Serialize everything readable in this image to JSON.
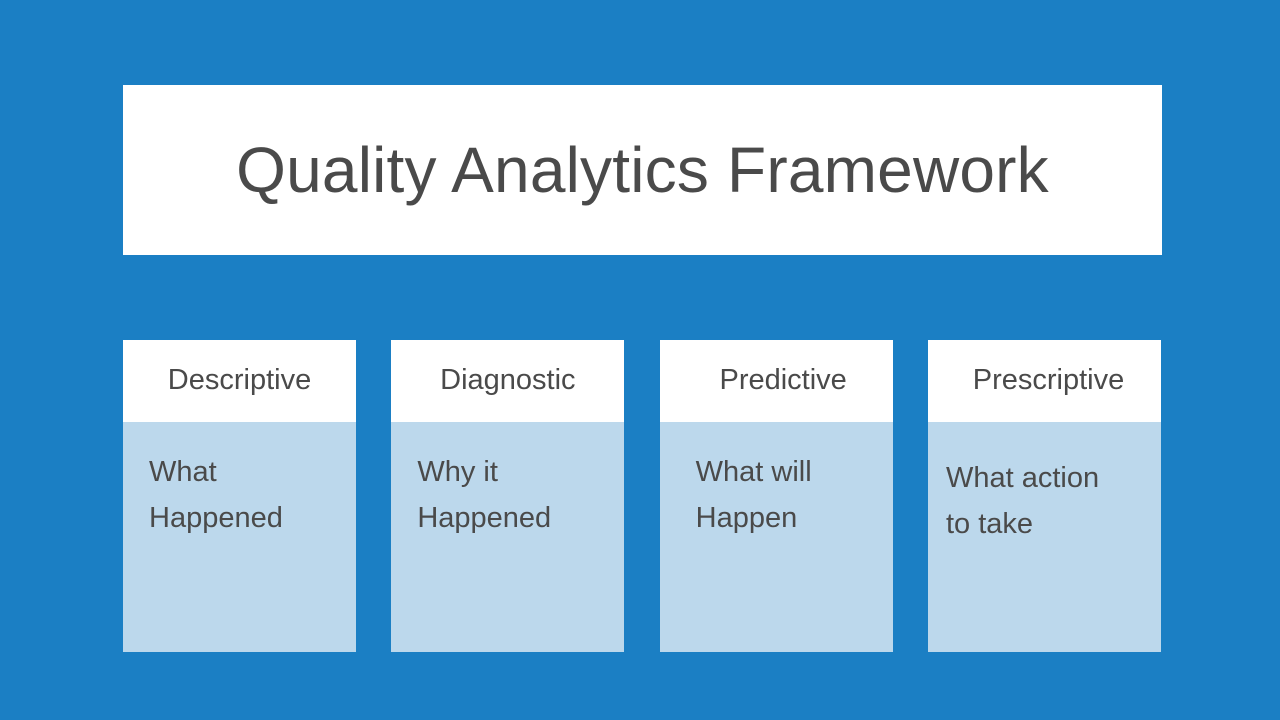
{
  "slide": {
    "title": "Quality Analytics Framework",
    "background_color": "#1b7fc4",
    "text_color": "#4a4a4a",
    "card_header_bg": "#ffffff",
    "card_body_bg": "#bcd8ec"
  },
  "cards": [
    {
      "header": "Descriptive",
      "body": "What\nHappened"
    },
    {
      "header": "Diagnostic",
      "body": "Why it\nHappened"
    },
    {
      "header": "Predictive",
      "body": "What will\nHappen"
    },
    {
      "header": "Prescriptive",
      "body": "What action\nto take"
    }
  ]
}
